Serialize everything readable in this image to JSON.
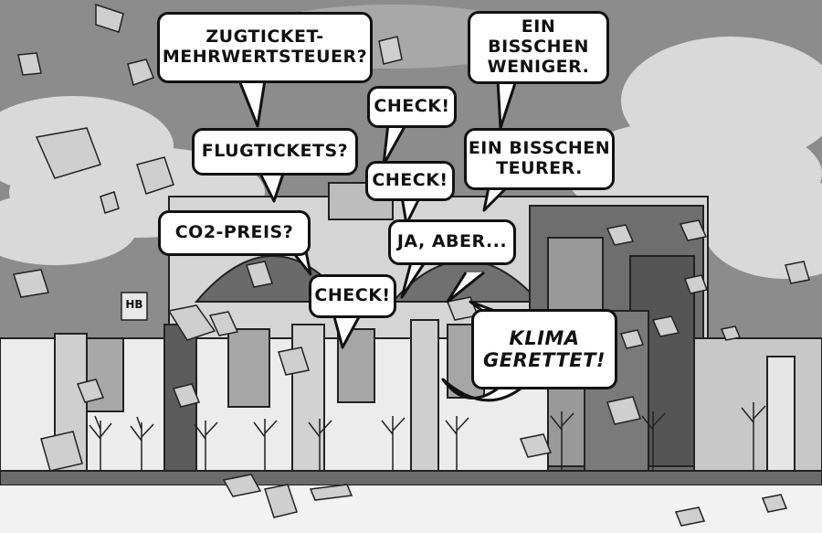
{
  "bubbles": {
    "zugticket": "ZUGTICKET-\nMEHRWERTSTEUER?",
    "flugtickets": "FLUGTICKETS?",
    "co2": "CO2-PREIS?",
    "check1": "CHECK!",
    "check2": "CHECK!",
    "check3": "CHECK!",
    "weniger": "EIN BISSCHEN\nWENIGER.",
    "teurer": "EIN BISSCHEN\nTEURER.",
    "ja_aber": "JA, ABER...",
    "klima": "KLIMA\nGERETTET!"
  },
  "signature": "HB",
  "colors": {
    "sky": "#8f8f8f",
    "cloud": "#d8d8d8",
    "building": "#e4e4e4",
    "dark": "#5a5a5a",
    "ground": "#6d6d6d"
  }
}
